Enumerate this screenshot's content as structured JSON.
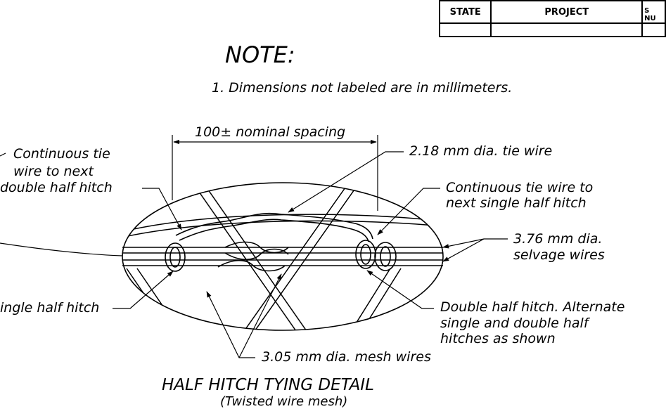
{
  "header_table": {
    "state_label": "STATE",
    "project_label": "PROJECT",
    "sheet_label_line1": "S",
    "sheet_label_line2": "NU"
  },
  "note": {
    "heading": "NOTE:",
    "item_1": "1.  Dimensions not labeled are in millimeters."
  },
  "labels": {
    "spacing": "100± nominal spacing",
    "tie_wire_dia": "2.18 mm dia. tie wire",
    "continuous_double_1": "Continuous tie",
    "continuous_double_2": "wire to next",
    "continuous_double_3": "double half hitch",
    "continuous_single_1": "Continuous tie wire to",
    "continuous_single_2": "next single half hitch",
    "selvage_1": "3.76 mm dia.",
    "selvage_2": "selvage wires",
    "single_half_hitch": "ingle half hitch",
    "double_half_hitch_1": "Double half hitch.  Alternate",
    "double_half_hitch_2": "single and double half",
    "double_half_hitch_3": "hitches as shown",
    "mesh_wires": "3.05 mm dia. mesh wires"
  },
  "title": {
    "main": "HALF HITCH TYING DETAIL",
    "sub": "(Twisted wire mesh)"
  }
}
